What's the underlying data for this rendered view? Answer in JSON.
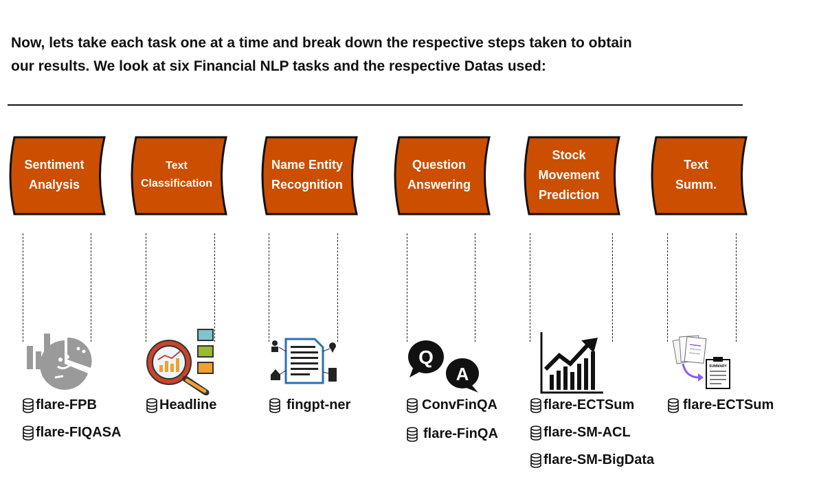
{
  "intro": {
    "line1": "Now, lets take each task one at a time and break down the respective steps taken to obtain",
    "line2": "our results. We look at six Financial NLP tasks and the respective Datas used:"
  },
  "colors": {
    "banner_fill": "#cc4e00",
    "banner_stroke": "#111111",
    "text": "#111111"
  },
  "tasks": [
    {
      "lines": [
        "Sentiment",
        "Analysis"
      ],
      "icon": "sentiment-chart-icon",
      "datasets": [
        "flare-FPB",
        "flare-FIQASA"
      ]
    },
    {
      "lines": [
        "Text",
        "Classification"
      ],
      "icon": "magnifier-analytics-icon",
      "datasets": [
        "Headline"
      ]
    },
    {
      "lines": [
        "Name Entity",
        "Recognition"
      ],
      "icon": "document-entities-icon",
      "datasets": [
        "fingpt-ner"
      ]
    },
    {
      "lines": [
        "Question",
        "Answering"
      ],
      "icon": "qa-bubbles-icon",
      "datasets": [
        "ConvFinQA",
        "flare-FinQA"
      ]
    },
    {
      "lines": [
        "Stock",
        "Movement",
        "Prediction"
      ],
      "icon": "stock-trend-icon",
      "datasets": [
        "flare-ECTSum",
        "flare-SM-ACL",
        "flare-SM-BigData"
      ]
    },
    {
      "lines": [
        "Text",
        "Summ."
      ],
      "icon": "summary-document-icon",
      "datasets": [
        "flare-ECTSum"
      ]
    }
  ]
}
